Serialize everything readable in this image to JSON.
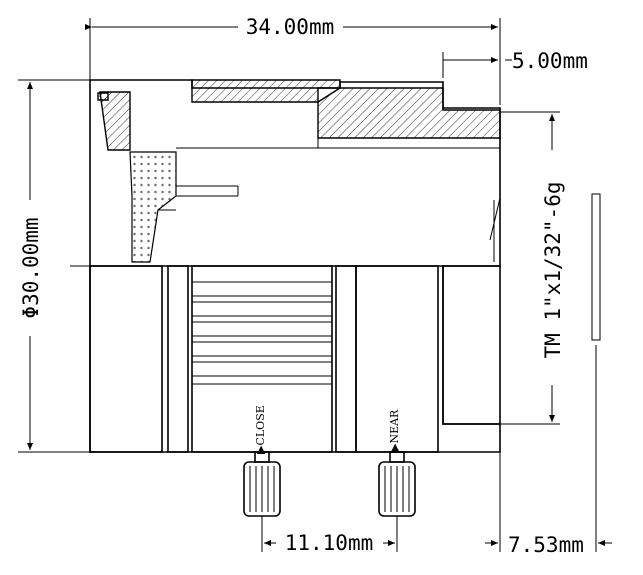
{
  "dimensions": {
    "overall_length": "34.00mm",
    "flange_length": "5.00mm",
    "diameter": "Φ30.00mm",
    "thread_spec": "TM 1\"x1/32\"-6g",
    "screw_spacing": "11.10mm",
    "back_focal": "7.53mm"
  },
  "labels": {
    "close": "▶CLOSE",
    "near": "▶NEAR"
  }
}
